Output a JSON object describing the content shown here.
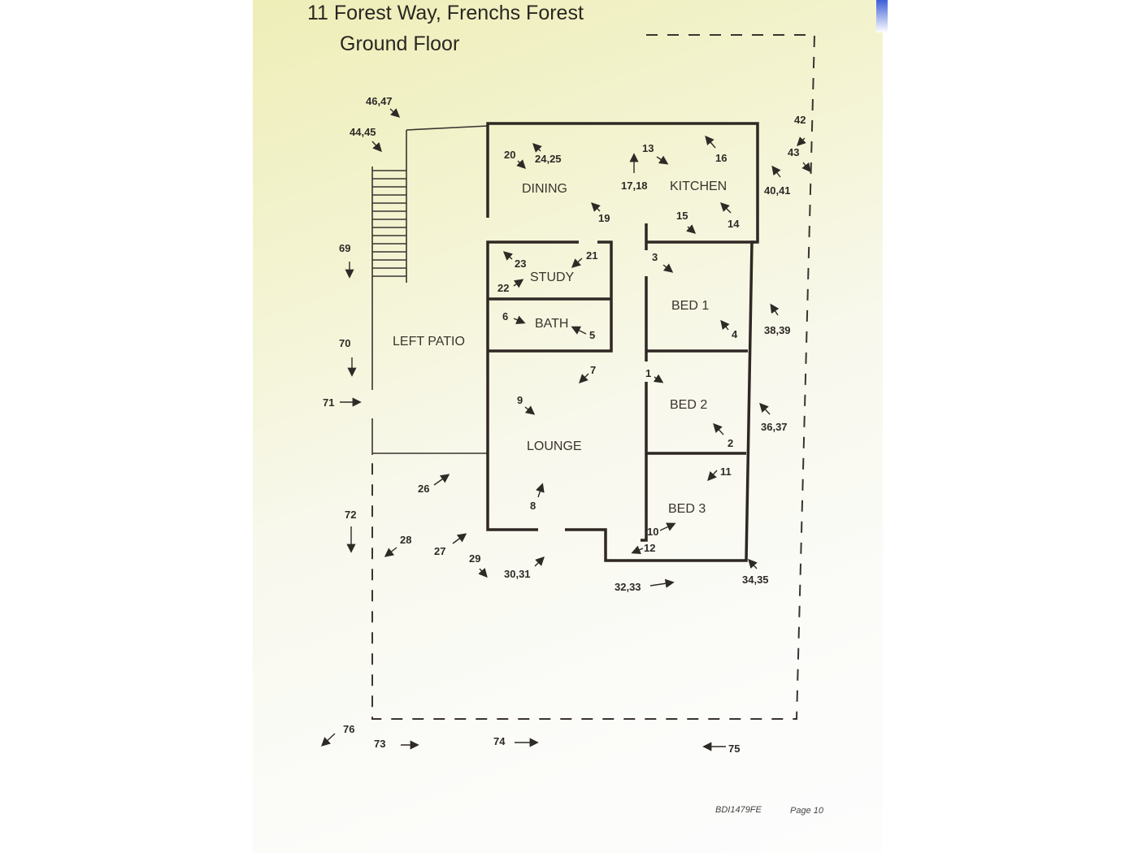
{
  "document": {
    "title": "11 Forest Way, Frenchs Forest",
    "subtitle": "Ground Floor",
    "footer_code": "BDI1479FE",
    "footer_page": "Page 10"
  },
  "rooms": {
    "dining": "DINING",
    "kitchen": "KITCHEN",
    "study": "STUDY",
    "bath": "BATH",
    "bed1": "BED 1",
    "bed2": "BED 2",
    "bed3": "BED 3",
    "lounge": "LOUNGE",
    "left_patio": "LEFT PATIO"
  },
  "photo_markers": [
    "46,47",
    "44,45",
    "20",
    "24,25",
    "13",
    "16",
    "17,18",
    "19",
    "15",
    "14",
    "42",
    "43",
    "40,41",
    "69",
    "23",
    "21",
    "22",
    "3",
    "6",
    "5",
    "38,39",
    "70",
    "4",
    "7",
    "1",
    "71",
    "9",
    "36,37",
    "2",
    "11",
    "26",
    "8",
    "72",
    "10",
    "28",
    "27",
    "12",
    "29",
    "30,31",
    "34,35",
    "32,33",
    "76",
    "73",
    "74",
    "75"
  ]
}
